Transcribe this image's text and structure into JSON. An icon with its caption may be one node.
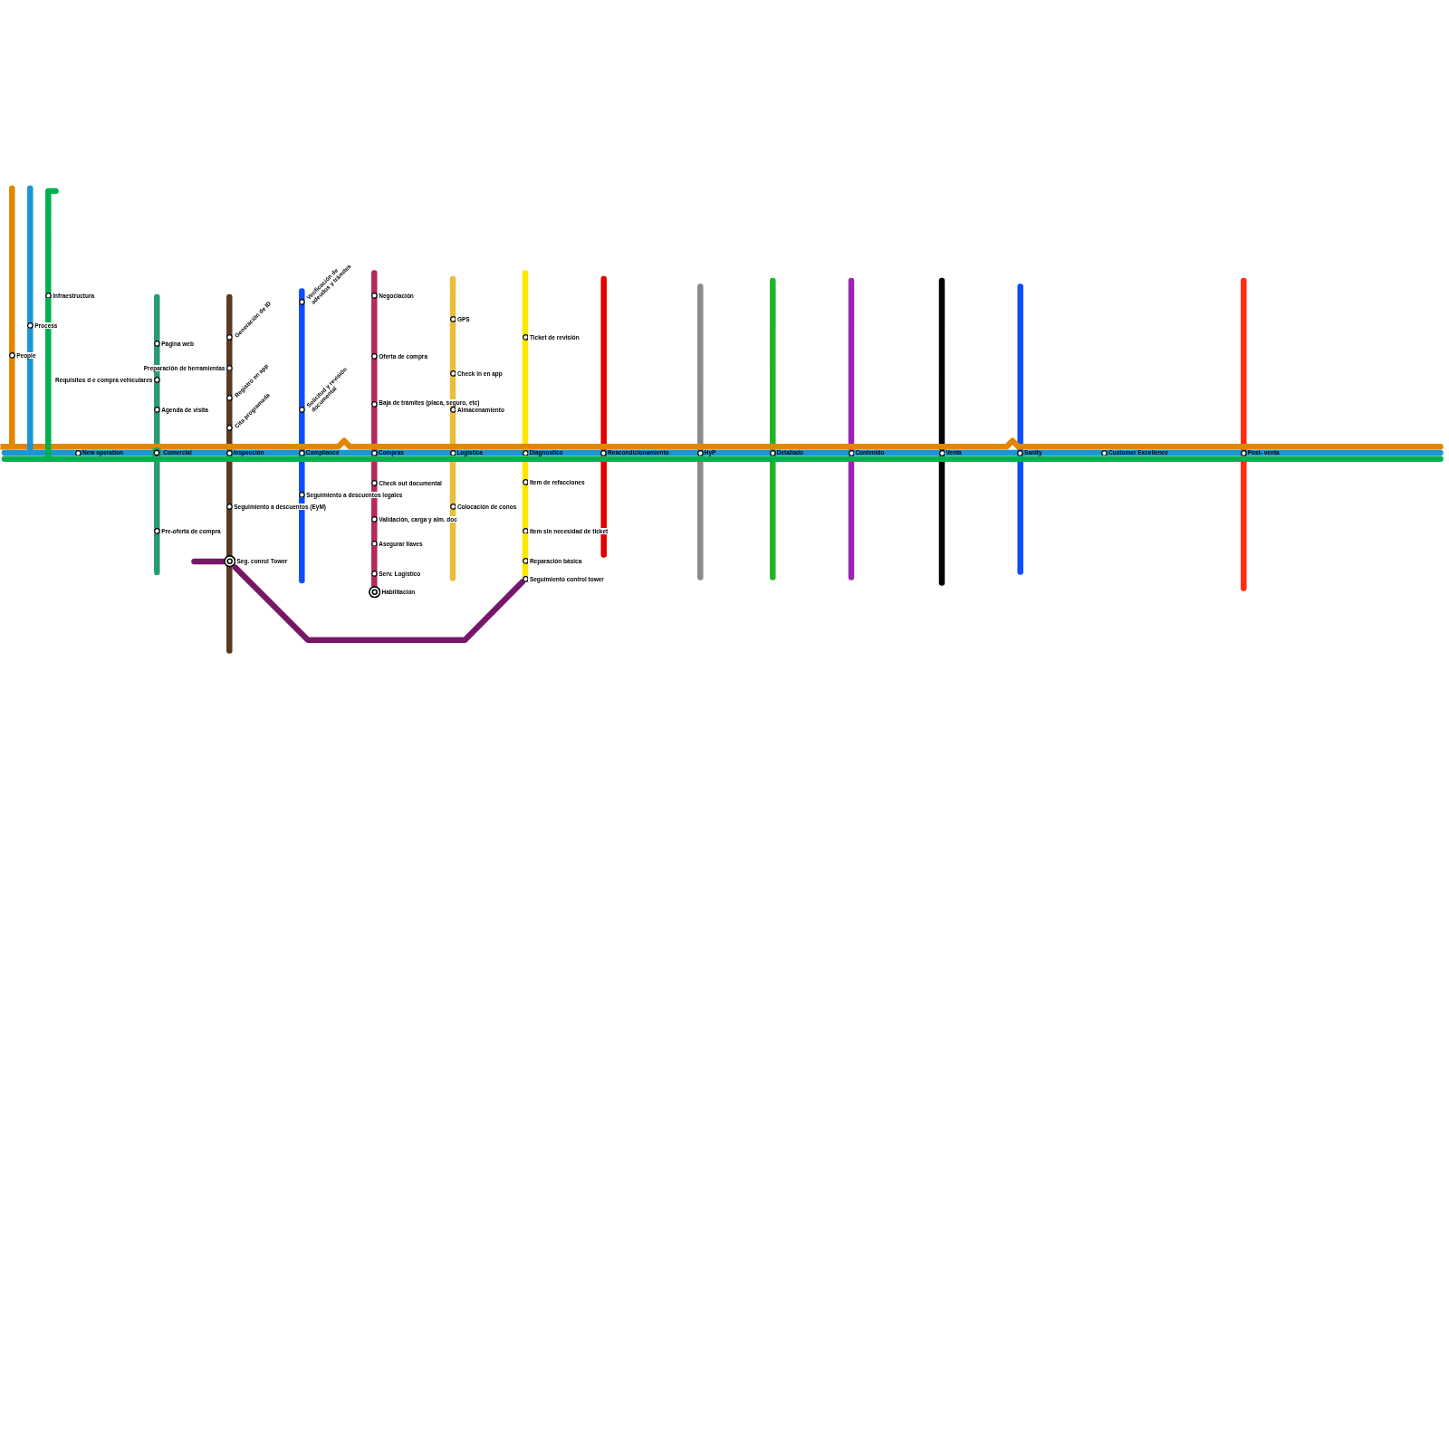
{
  "diagram": {
    "nodes": [
      {
        "text": [
          "People"
        ]
      },
      {
        "text": [
          "Process"
        ]
      },
      {
        "text": [
          "Infraestructura"
        ]
      },
      {
        "text": [
          "New operation"
        ]
      },
      {
        "text": [
          "Página web"
        ]
      },
      {
        "text": [
          "Requisitos d e compra vehiculares"
        ]
      },
      {
        "text": [
          "Agenda de visita"
        ]
      },
      {
        "text": [
          "Comercial"
        ]
      },
      {
        "text": [
          "Pre-oferta de compra"
        ]
      },
      {
        "text": [
          "Generación de ID"
        ]
      },
      {
        "text": [
          "Preparación de herramientas"
        ]
      },
      {
        "text": [
          "Registro en app"
        ]
      },
      {
        "text": [
          "Cita programada"
        ]
      },
      {
        "text": [
          "Inspección"
        ]
      },
      {
        "text": [
          "Seguimiento a descuentos (EyM)"
        ]
      },
      {
        "text": [
          "Seg. conrol Tower"
        ]
      },
      {
        "text": [
          "Verificación de adeudos y trámites"
        ]
      },
      {
        "text": [
          "Solicitud y revisión documental"
        ]
      },
      {
        "text": [
          "Compliance"
        ]
      },
      {
        "text": [
          "Seguimiento a descuentos legales"
        ]
      },
      {
        "text": [
          "Negociación"
        ]
      },
      {
        "text": [
          "Oferta de compra"
        ]
      },
      {
        "text": [
          "Baja de trámites (placa, seguro, etc)"
        ]
      },
      {
        "text": [
          "Compras"
        ]
      },
      {
        "text": [
          "Check out documental"
        ]
      },
      {
        "text": [
          "Validación, carga y alm. doc"
        ]
      },
      {
        "text": [
          "Asegurar llaves"
        ]
      },
      {
        "text": [
          "Serv. Logistico"
        ]
      },
      {
        "text": [
          "Habilitación"
        ]
      },
      {
        "text": [
          "GPS"
        ]
      },
      {
        "text": [
          "Check in en app"
        ]
      },
      {
        "text": [
          "Almacenamiento"
        ]
      },
      {
        "text": [
          "Logistica"
        ]
      },
      {
        "text": [
          "Colocación de conos"
        ]
      },
      {
        "text": [
          "Ticket de revisión"
        ]
      },
      {
        "text": [
          "Diagnostico"
        ]
      },
      {
        "text": [
          "Item de refacciones"
        ]
      },
      {
        "text": [
          "Item sin necesidad de ticket"
        ]
      },
      {
        "text": [
          "Reparación básica"
        ]
      },
      {
        "text": [
          "Seguimiento control tower"
        ]
      },
      {
        "text": [
          "Reacondicionamiento"
        ]
      },
      {
        "text": [
          "HyP"
        ]
      },
      {
        "text": [
          "Detallado"
        ]
      },
      {
        "text": [
          "Contenido"
        ]
      },
      {
        "text": [
          "Venta"
        ]
      },
      {
        "text": [
          "Sanity"
        ]
      },
      {
        "text": [
          "Customer Excellence"
        ]
      },
      {
        "text": [
          "Post- venta"
        ]
      }
    ],
    "edges": [
      {
        "from": null,
        "to": 0,
        "arrow": "none",
        "color": "#e08700"
      },
      {
        "from": 0,
        "to": null,
        "arrow": "none",
        "color": "#e08700"
      },
      {
        "from": null,
        "to": 1,
        "arrow": "none",
        "color": "#1a96d6"
      },
      {
        "from": 1,
        "to": 3,
        "arrow": "none",
        "color": "#1a96d6"
      },
      {
        "from": 3,
        "to": 7,
        "arrow": "none",
        "color": "#1a96d6"
      },
      {
        "from": 7,
        "to": 13,
        "arrow": "none",
        "color": "#1a96d6"
      },
      {
        "from": 13,
        "to": 18,
        "arrow": "none",
        "color": "#1a96d6"
      },
      {
        "from": 18,
        "to": 23,
        "arrow": "none",
        "color": "#1a96d6"
      },
      {
        "from": 23,
        "to": 32,
        "arrow": "none",
        "color": "#1a96d6"
      },
      {
        "from": 32,
        "to": 35,
        "arrow": "none",
        "color": "#1a96d6"
      },
      {
        "from": 35,
        "to": 40,
        "arrow": "none",
        "color": "#1a96d6"
      },
      {
        "from": 40,
        "to": 41,
        "arrow": "none",
        "color": "#1a96d6"
      },
      {
        "from": 41,
        "to": 42,
        "arrow": "none",
        "color": "#1a96d6"
      },
      {
        "from": 42,
        "to": 43,
        "arrow": "none",
        "color": "#1a96d6"
      },
      {
        "from": 43,
        "to": 44,
        "arrow": "none",
        "color": "#1a96d6"
      },
      {
        "from": 44,
        "to": 45,
        "arrow": "none",
        "color": "#1a96d6"
      },
      {
        "from": 45,
        "to": 46,
        "arrow": "none",
        "color": "#1a96d6"
      },
      {
        "from": 46,
        "to": 47,
        "arrow": "none",
        "color": "#1a96d6"
      },
      {
        "from": 47,
        "to": null,
        "arrow": "none",
        "color": "#1a96d6"
      },
      {
        "from": null,
        "to": 2,
        "arrow": "none",
        "color": "#00b050"
      },
      {
        "from": 2,
        "to": null,
        "arrow": "none",
        "color": "#00b050"
      },
      {
        "from": null,
        "to": 4,
        "arrow": "none",
        "color": "#2a9a70"
      },
      {
        "from": 4,
        "to": 5,
        "arrow": "none",
        "color": "#2a9a70"
      },
      {
        "from": 5,
        "to": 6,
        "arrow": "none",
        "color": "#2a9a70"
      },
      {
        "from": 6,
        "to": 7,
        "arrow": "none",
        "color": "#2a9a70"
      },
      {
        "from": 7,
        "to": 8,
        "arrow": "none",
        "color": "#2a9a70"
      },
      {
        "from": 8,
        "to": null,
        "arrow": "none",
        "color": "#2a9a70"
      },
      {
        "from": null,
        "to": 9,
        "arrow": "none",
        "color": "#5a3923"
      },
      {
        "from": 9,
        "to": 10,
        "arrow": "none",
        "color": "#5a3923"
      },
      {
        "from": 10,
        "to": 11,
        "arrow": "none",
        "color": "#5a3923"
      },
      {
        "from": 11,
        "to": 12,
        "arrow": "none",
        "color": "#5a3923"
      },
      {
        "from": 12,
        "to": 13,
        "arrow": "none",
        "color": "#5a3923"
      },
      {
        "from": 13,
        "to": 14,
        "arrow": "none",
        "color": "#5a3923"
      },
      {
        "from": 14,
        "to": 15,
        "arrow": "none",
        "color": "#5a3923"
      },
      {
        "from": 15,
        "to": null,
        "arrow": "none",
        "color": "#5a3923"
      },
      {
        "from": null,
        "to": 16,
        "arrow": "none",
        "color": "#0b4dff"
      },
      {
        "from": 16,
        "to": 17,
        "arrow": "none",
        "color": "#0b4dff"
      },
      {
        "from": 17,
        "to": 18,
        "arrow": "none",
        "color": "#0b4dff"
      },
      {
        "from": 18,
        "to": 19,
        "arrow": "none",
        "color": "#0b4dff"
      },
      {
        "from": 19,
        "to": null,
        "arrow": "none",
        "color": "#0b4dff"
      },
      {
        "from": null,
        "to": 20,
        "arrow": "none",
        "color": "#b5295b"
      },
      {
        "from": 20,
        "to": 21,
        "arrow": "none",
        "color": "#b5295b"
      },
      {
        "from": 21,
        "to": 22,
        "arrow": "none",
        "color": "#b5295b"
      },
      {
        "from": 22,
        "to": 23,
        "arrow": "none",
        "color": "#b5295b"
      },
      {
        "from": 23,
        "to": 24,
        "arrow": "none",
        "color": "#b5295b"
      },
      {
        "from": 24,
        "to": 25,
        "arrow": "none",
        "color": "#b5295b"
      },
      {
        "from": 25,
        "to": 26,
        "arrow": "none",
        "color": "#b5295b"
      },
      {
        "from": 26,
        "to": 27,
        "arrow": "none",
        "color": "#b5295b"
      },
      {
        "from": 27,
        "to": 28,
        "arrow": "none",
        "color": "#b5295b"
      },
      {
        "from": null,
        "to": 29,
        "arrow": "none",
        "color": "#ebbd3d"
      },
      {
        "from": 29,
        "to": 30,
        "arrow": "none",
        "color": "#ebbd3d"
      },
      {
        "from": 30,
        "to": 31,
        "arrow": "none",
        "color": "#ebbd3d"
      },
      {
        "from": 31,
        "to": 32,
        "arrow": "none",
        "color": "#ebbd3d"
      },
      {
        "from": 32,
        "to": 33,
        "arrow": "none",
        "color": "#ebbd3d"
      },
      {
        "from": 33,
        "to": null,
        "arrow": "none",
        "color": "#ebbd3d"
      },
      {
        "from": null,
        "to": 34,
        "arrow": "none",
        "color": "#ffe600"
      },
      {
        "from": 34,
        "to": 35,
        "arrow": "none",
        "color": "#ffe600"
      },
      {
        "from": 35,
        "to": 36,
        "arrow": "none",
        "color": "#ffe600"
      },
      {
        "from": 36,
        "to": 37,
        "arrow": "none",
        "color": "#ffe600"
      },
      {
        "from": 37,
        "to": 38,
        "arrow": "none",
        "color": "#ffe600"
      },
      {
        "from": 38,
        "to": 39,
        "arrow": "none",
        "color": "#ffe600"
      },
      {
        "from": null,
        "to": 40,
        "arrow": "none",
        "color": "#e00000"
      },
      {
        "from": 40,
        "to": null,
        "arrow": "none",
        "color": "#e00000"
      },
      {
        "from": null,
        "to": 41,
        "arrow": "none",
        "color": "#8a8a8a"
      },
      {
        "from": 41,
        "to": null,
        "arrow": "none",
        "color": "#8a8a8a"
      },
      {
        "from": null,
        "to": 42,
        "arrow": "none",
        "color": "#23b422"
      },
      {
        "from": 42,
        "to": null,
        "arrow": "none",
        "color": "#23b422"
      },
      {
        "from": null,
        "to": 43,
        "arrow": "none",
        "color": "#9b24b7"
      },
      {
        "from": 43,
        "to": null,
        "arrow": "none",
        "color": "#9b24b7"
      },
      {
        "from": null,
        "to": 44,
        "arrow": "none",
        "color": "#000000"
      },
      {
        "from": 44,
        "to": null,
        "arrow": "none",
        "color": "#000000"
      },
      {
        "from": null,
        "to": 45,
        "arrow": "none",
        "color": "#0b4dff"
      },
      {
        "from": 45,
        "to": null,
        "arrow": "none",
        "color": "#0b4dff"
      },
      {
        "from": null,
        "to": 47,
        "arrow": "none",
        "color": "#ff2b12"
      },
      {
        "from": 47,
        "to": null,
        "arrow": "none",
        "color": "#ff2b12"
      },
      {
        "from": null,
        "to": 15,
        "arrow": "none",
        "color": "#76176a"
      },
      {
        "from": 15,
        "to": 39,
        "arrow": "none",
        "color": "#76176a"
      }
    ]
  }
}
